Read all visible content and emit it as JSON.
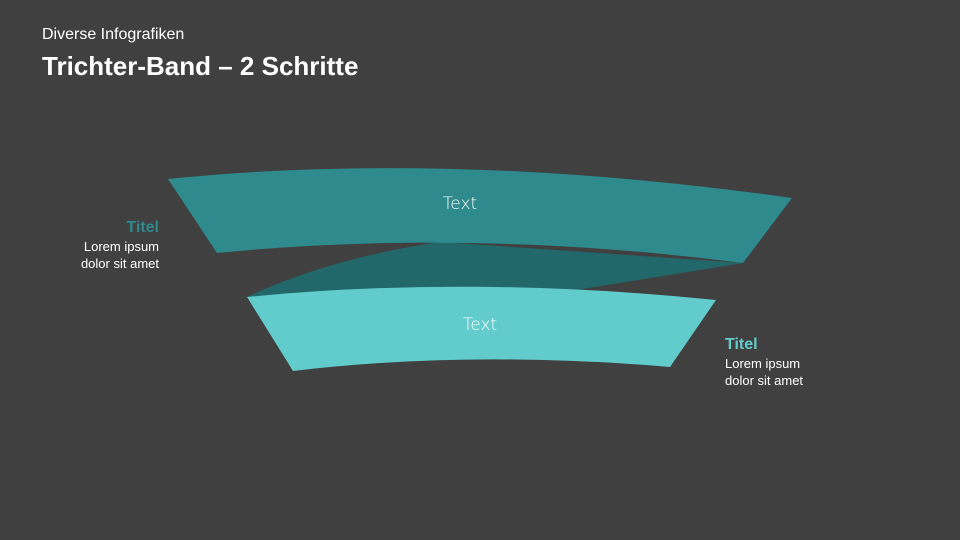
{
  "header": {
    "subtitle": "Diverse Infografiken",
    "title": "Trichter-Band – 2 Schritte"
  },
  "funnel": {
    "steps": [
      {
        "text": "Text",
        "color": "#2e8a8c"
      },
      {
        "text": "Text",
        "color": "#62cccd"
      }
    ],
    "connector_color": "#22686a"
  },
  "labels": [
    {
      "title": "Titel",
      "body1": "Lorem ipsum",
      "body2": "dolor sit amet",
      "color": "#2e8a8c"
    },
    {
      "title": "Titel",
      "body1": "Lorem ipsum",
      "body2": "dolor sit amet",
      "color": "#62cccd"
    }
  ]
}
